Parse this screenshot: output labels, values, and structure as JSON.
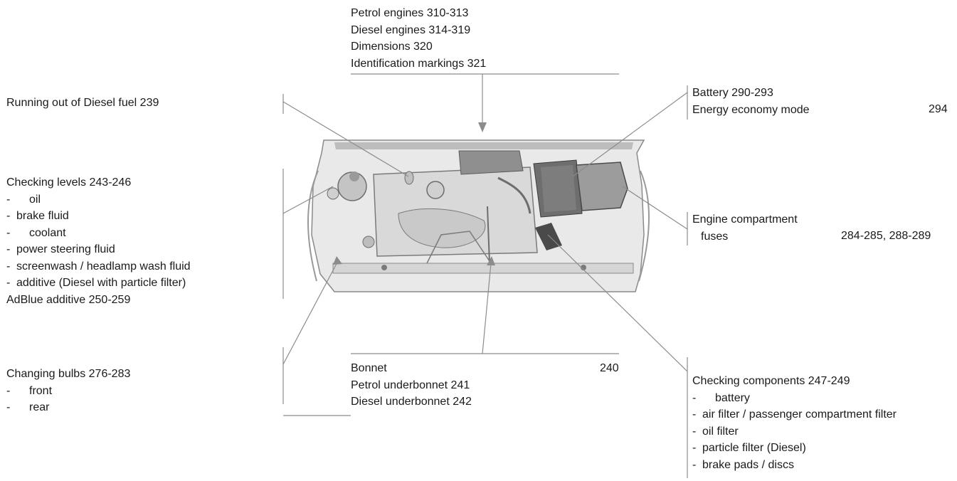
{
  "top_group": {
    "items": [
      "Petrol engines  310-313",
      "Diesel engines  314-319",
      "Dimensions  320",
      "Identification markings  321"
    ]
  },
  "running_out": {
    "text": "Running out of Diesel fuel  239"
  },
  "checking_levels": {
    "title": "Checking levels  243-246",
    "items": [
      "oil",
      "brake fluid",
      "coolant",
      "power steering fluid",
      "screenwash / headlamp wash fluid",
      "additive (Diesel with particle filter)"
    ],
    "adblue": "AdBlue additive  250-259"
  },
  "changing_bulbs": {
    "title": "Changing bulbs  276-283",
    "items": [
      "front",
      "rear"
    ]
  },
  "bonnet_group": {
    "bonnet": "Bonnet",
    "bonnet_page": "240",
    "petrol": "Petrol underbonnet  241",
    "diesel": "Diesel underbonnet  242"
  },
  "battery_group": {
    "battery": "Battery  290-293",
    "energy": "Energy economy mode",
    "energy_page": "294"
  },
  "fuses_group": {
    "title": "Engine compartment",
    "sub": "fuses",
    "pages": "284-285, 288-289"
  },
  "components": {
    "title": "Checking components  247-249",
    "items": [
      "battery",
      "air filter / passenger compartment filter",
      "oil filter",
      "particle filter (Diesel)",
      "brake pads / discs"
    ]
  },
  "dash_char": "-"
}
